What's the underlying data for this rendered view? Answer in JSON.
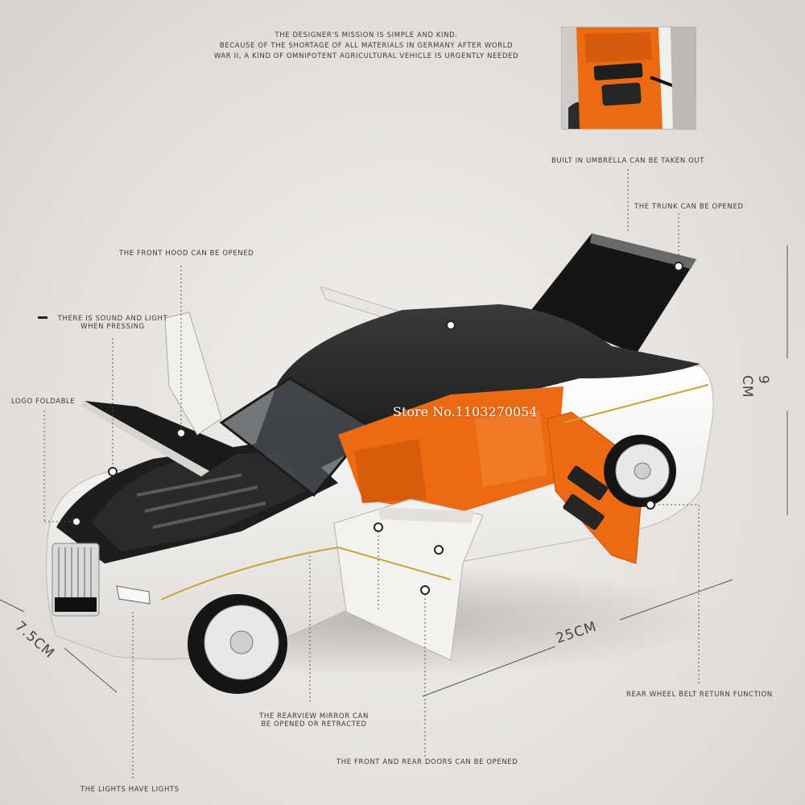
{
  "heading": {
    "line1": "THE DESIGNER'S MISSION IS SIMPLE AND KIND.",
    "line2": "BECAUSE OF THE SHORTAGE OF ALL MATERIALS IN GERMANY AFTER WORLD",
    "line3": "WAR II, A KIND OF OMNIPOTENT AGRICULTURAL VEHICLE IS URGENTLY NEEDED"
  },
  "features": {
    "umbrella": "BUILT IN UMBRELLA CAN BE TAKEN OUT",
    "trunk": "THE TRUNK CAN BE OPENED",
    "hood": "THE FRONT HOOD CAN BE OPENED",
    "sound_line1": "THERE IS SOUND AND LIGHT",
    "sound_line2": "WHEN PRESSING",
    "logo": "LOGO FOLDABLE",
    "mirror_line1": "THE REARVIEW MIRROR CAN",
    "mirror_line2": "BE OPENED OR RETRACTED",
    "doors": "THE FRONT AND REAR DOORS CAN BE OPENED",
    "lights": "THE LIGHTS HAVE LIGHTS",
    "rear_wheel": "REAR WHEEL BELT RETURN FUNCTION"
  },
  "dimensions": {
    "height": "9 CM",
    "length": "25CM",
    "width": "7.5CM"
  },
  "watermark": "Store No.1103270054",
  "colors": {
    "body_white": "#f4f2ef",
    "roof_black": "#1c1c1e",
    "interior_orange": "#ee6a12",
    "pinstripe_gold": "#c8a43a"
  }
}
